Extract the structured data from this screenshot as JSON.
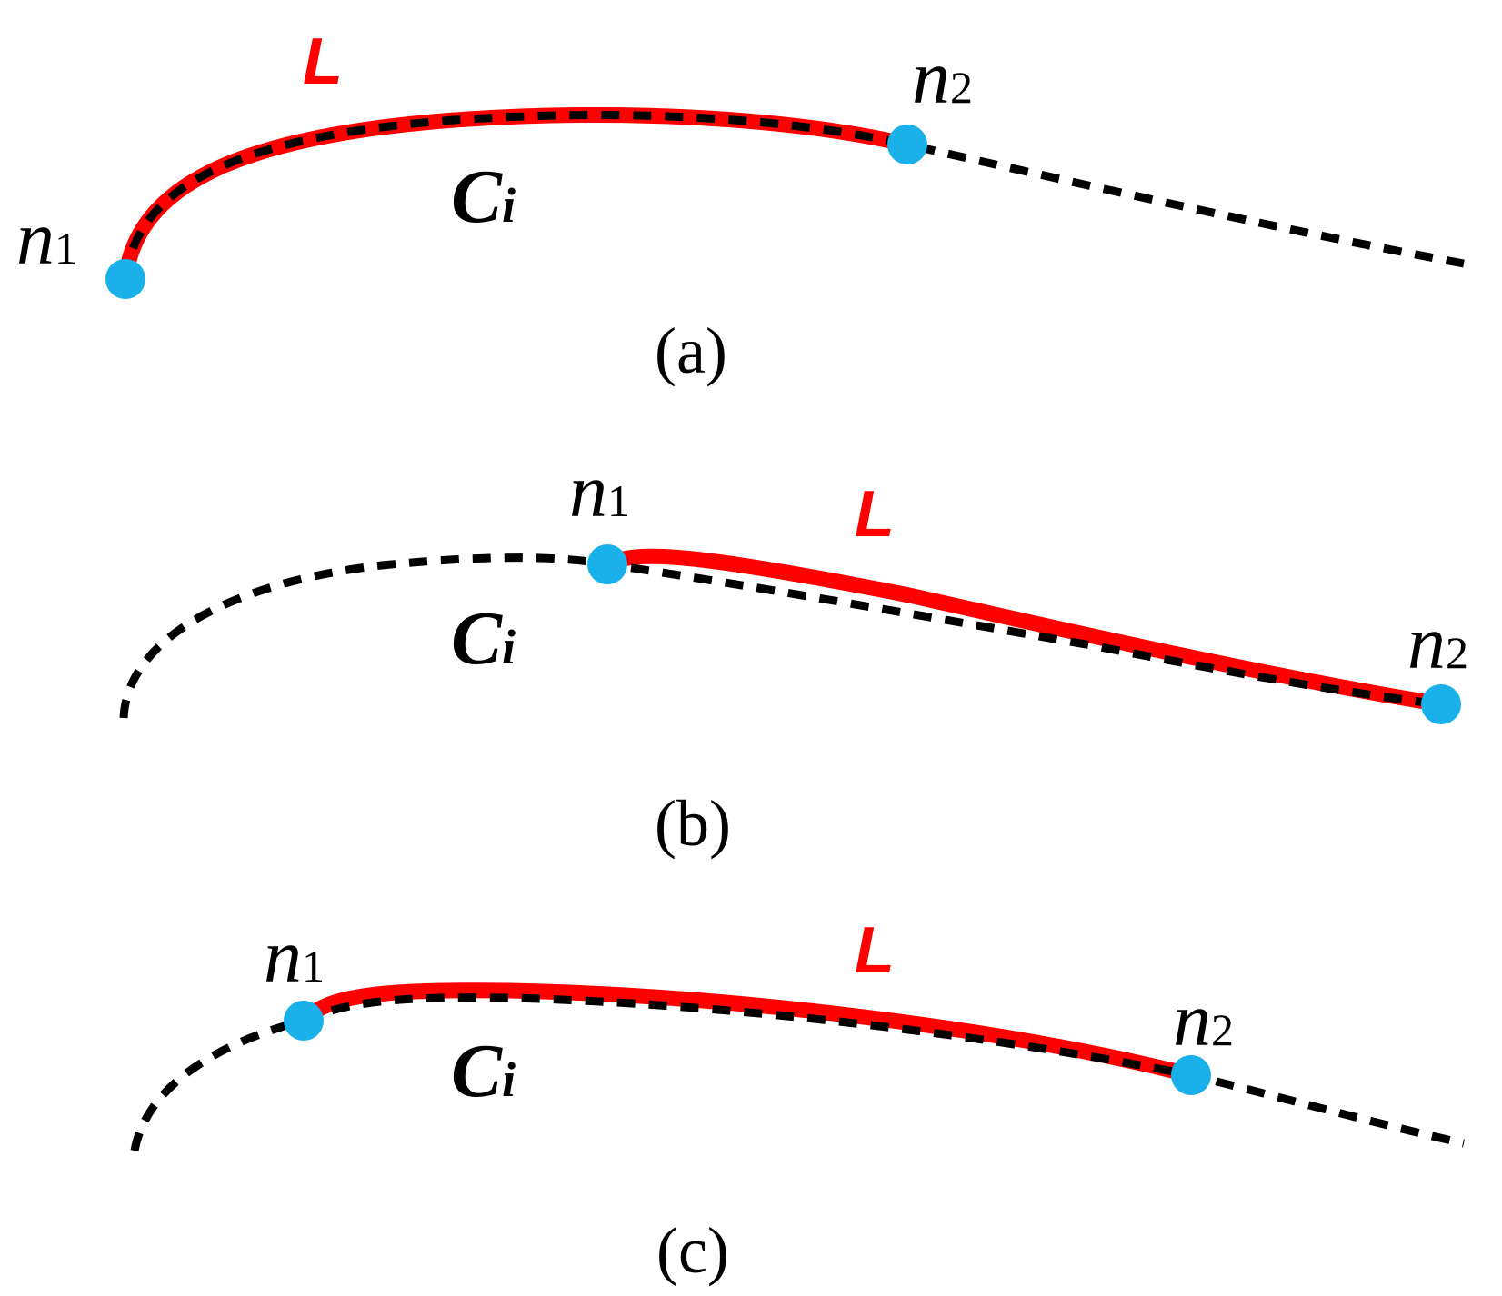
{
  "colors": {
    "highlight_segment": "#ff0000",
    "curve": "#000000",
    "node": "#1ab0ea",
    "background": "#ffffff"
  },
  "panels": [
    {
      "caption": "(a)",
      "segment_label": "L",
      "curve_label": "C",
      "curve_label_subscript": "i",
      "node1_label": "n",
      "node1_subscript": "1",
      "node2_label": "n",
      "node2_subscript": "2"
    },
    {
      "caption": "(b)",
      "segment_label": "L",
      "curve_label": "C",
      "curve_label_subscript": "i",
      "node1_label": "n",
      "node1_subscript": "1",
      "node2_label": "n",
      "node2_subscript": "2"
    },
    {
      "caption": "(c)",
      "segment_label": "L",
      "curve_label": "C",
      "curve_label_subscript": "i",
      "node1_label": "n",
      "node1_subscript": "1",
      "node2_label": "n",
      "node2_subscript": "2"
    }
  ]
}
